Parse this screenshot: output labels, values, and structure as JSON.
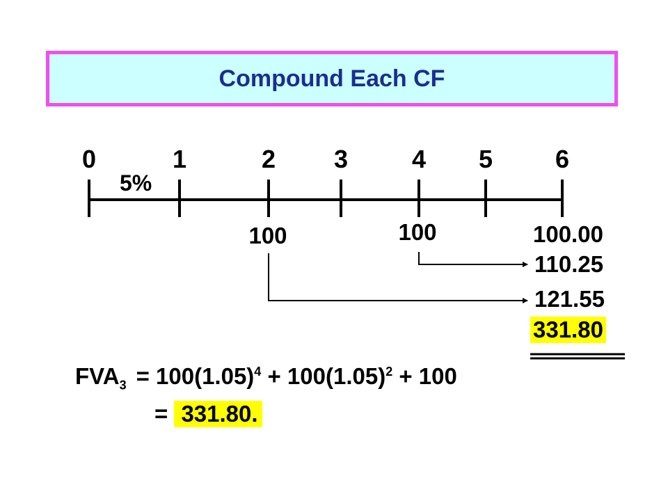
{
  "title": "Compound Each CF",
  "timeline": {
    "periods": [
      "0",
      "1",
      "2",
      "3",
      "4",
      "5",
      "6"
    ],
    "rate": "5%"
  },
  "cash_flows": {
    "period_2": "100",
    "period_4": "100"
  },
  "future_values": {
    "from_period_6": "100.00",
    "from_period_4": "110.25",
    "from_period_2": "121.55",
    "total": "331.80"
  },
  "formula": {
    "lhs": "FVA",
    "lhs_sub": "3",
    "part1": "= 100(1.05)",
    "exp1": "4",
    "part2": " + 100(1.05)",
    "exp2": "2",
    "part3": " + 100",
    "result_eq": "=",
    "result": "331.80."
  },
  "colors": {
    "title_text": "#1a2e8f",
    "title_bg": "#ccffff",
    "title_border": "#ee4fee",
    "highlight": "#ffff00"
  }
}
